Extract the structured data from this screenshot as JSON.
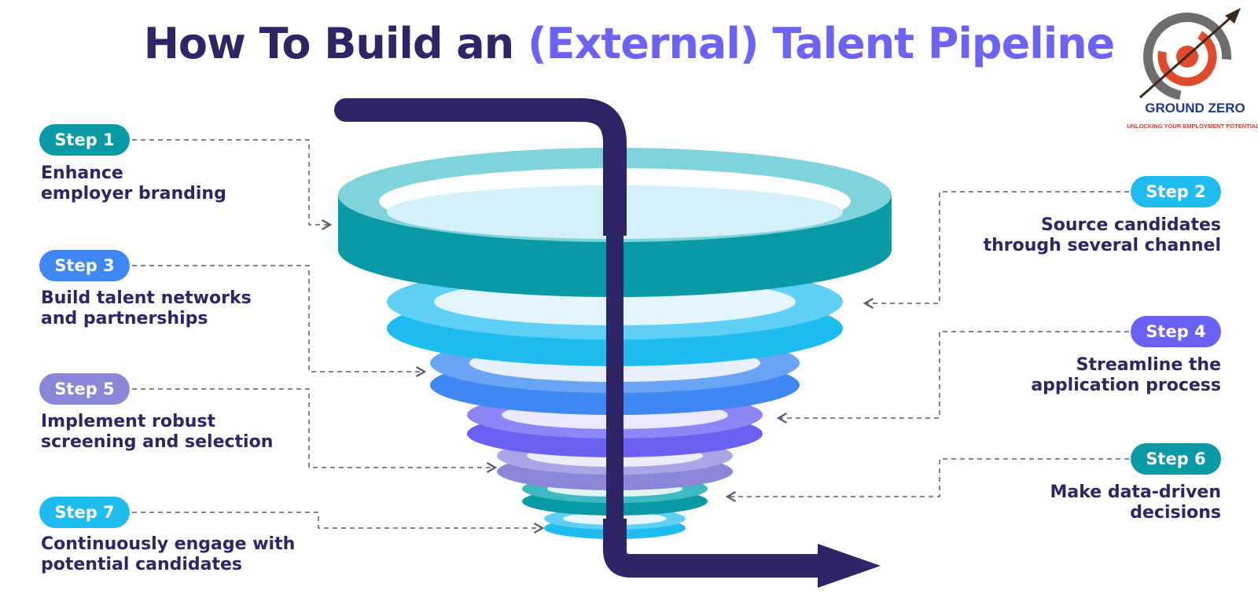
{
  "title": {
    "main": "How To Build an ",
    "accent": "(External) Talent Pipeline"
  },
  "logo": {
    "name": "GROUND ZERO",
    "tagline": "UNLOCKING YOUR EMPLOYMENT POTENTIAL"
  },
  "colors": {
    "navy": "#2e2466",
    "accent": "#6c63f5",
    "teal": "#0a9aa6",
    "cyan": "#1fbcef",
    "blue": "#3f87f2",
    "violet": "#6a60f3",
    "lavender": "#8a86d8"
  },
  "steps": [
    {
      "badge": "Step 1",
      "lines": [
        "Enhance",
        "employer branding"
      ],
      "color": "#0a9aa6"
    },
    {
      "badge": "Step 2",
      "lines": [
        "Source candidates",
        "through several channel"
      ],
      "color": "#1fbcef"
    },
    {
      "badge": "Step 3",
      "lines": [
        "Build talent networks",
        "and partnerships"
      ],
      "color": "#3f87f2"
    },
    {
      "badge": "Step 4",
      "lines": [
        "Streamline the",
        "application process"
      ],
      "color": "#6a60f3"
    },
    {
      "badge": "Step 5",
      "lines": [
        "Implement robust",
        "screening and selection"
      ],
      "color": "#8a86d8"
    },
    {
      "badge": "Step 6",
      "lines": [
        "Make data-driven",
        "decisions"
      ],
      "color": "#0a9aa6"
    },
    {
      "badge": "Step 7",
      "lines": [
        "Continuously engage with",
        "potential candidates"
      ],
      "color": "#1fbcef"
    }
  ]
}
